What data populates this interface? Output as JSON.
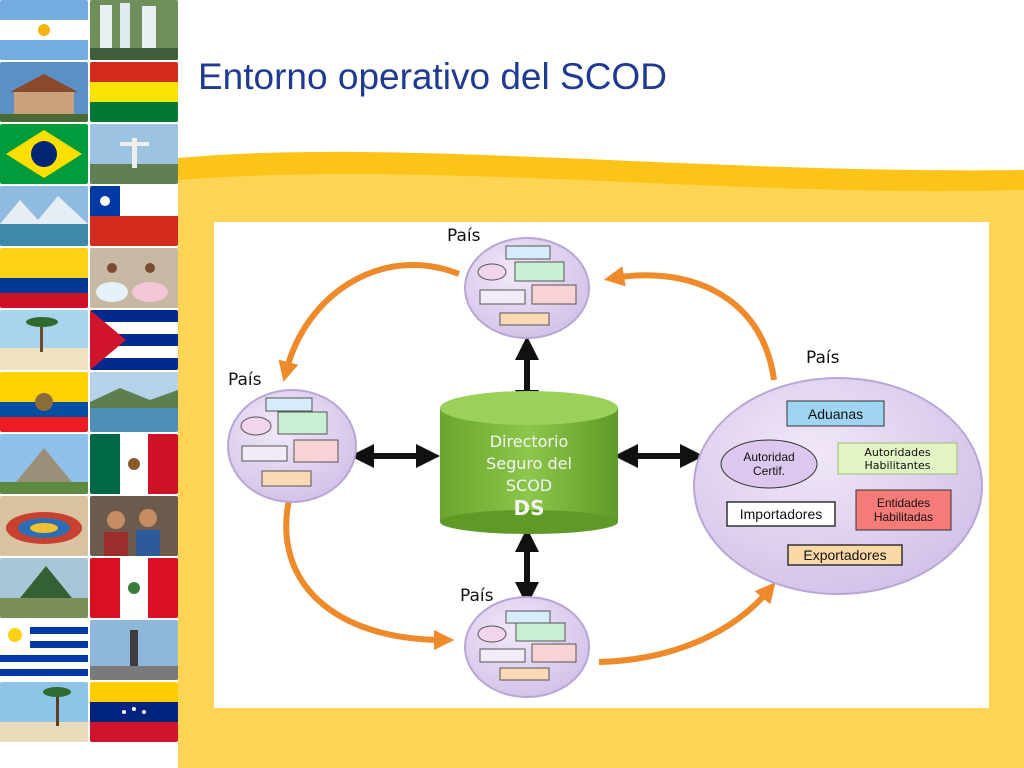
{
  "slide": {
    "title": "Entorno operativo del SCOD"
  },
  "diagram": {
    "country_label": "País",
    "center": {
      "line1": "Directorio",
      "line2": "Seguro del",
      "line3": "SCOD",
      "acronym": "DS"
    },
    "right_country": {
      "aduanas": "Aduanas",
      "autoridad_line1": "Autoridad",
      "autoridad_line2": "Certif.",
      "habilitantes_line1": "Autoridades",
      "habilitantes_line2": "Habilitantes",
      "importadores": "Importadores",
      "entidades_line1": "Entidades",
      "entidades_line2": "Habilitadas",
      "exportadores": "Exportadores"
    }
  },
  "colors": {
    "title": "#1f3a93",
    "wave_yellow": "#fcc419",
    "country_circle": "#ddd0ee",
    "center_cylinder": "#7cb83a",
    "flow_arrow": "#ee8a2a",
    "aduanas_fill": "#9fd4f2",
    "habilitantes_fill": "#e2f3c4",
    "entidades_fill": "#f57b78",
    "exportadores_fill": "#fbd9a6"
  }
}
